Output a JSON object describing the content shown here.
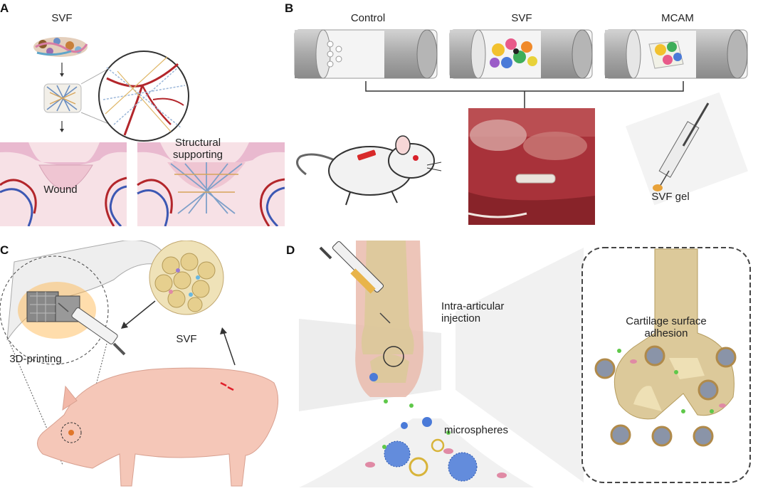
{
  "panels": {
    "a": {
      "label": "A",
      "svf": "SVF",
      "wound": "Wound",
      "structural": "Structural",
      "supporting": "supporting"
    },
    "b": {
      "label": "B",
      "control": "Control",
      "svf": "SVF",
      "mcam": "MCAM",
      "svf_gel": "SVF gel"
    },
    "c": {
      "label": "C",
      "svf": "SVF",
      "printing": "3D-printing"
    },
    "d": {
      "label": "D",
      "intra": "Intra-articular",
      "injection": "injection",
      "cartilage": "Cartilage surface",
      "adhesion": "adhesion",
      "microspheres": "microspheres"
    }
  },
  "colors": {
    "skin_top": "#e9b9cf",
    "skin_body": "#f7e1e6",
    "vessel_red": "#b3262b",
    "vessel_blue": "#3d58b3",
    "bone": "#dcc99a",
    "pig": "#f5c7b8",
    "tube_gray": "#8f8f8f",
    "photo_red": "#a8323a"
  }
}
